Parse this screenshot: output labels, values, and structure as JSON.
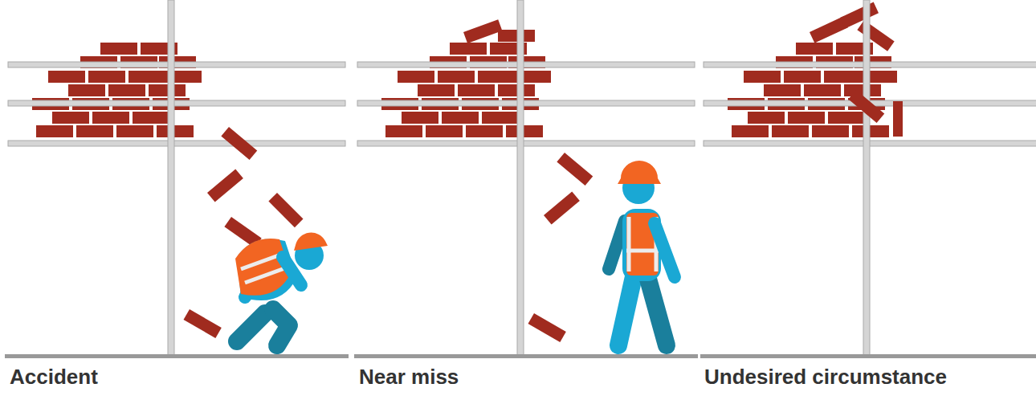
{
  "diagram": {
    "labels": [
      "Accident",
      "Near miss",
      "Undesired circumstance"
    ]
  }
}
